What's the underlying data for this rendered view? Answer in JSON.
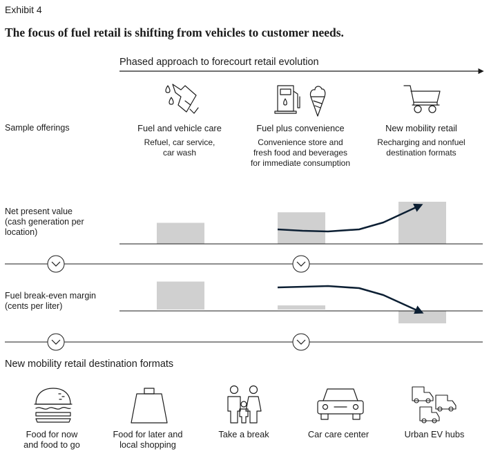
{
  "exhibit_label": "Exhibit 4",
  "title": "The focus of fuel retail is shifting from vehicles to customer needs.",
  "phase_axis_label": "Phased approach to forecourt retail evolution",
  "row_labels": {
    "sample_offerings": "Sample offerings",
    "npv_line1": "Net present value",
    "npv_line2": "(cash generation per",
    "npv_line3": "location)",
    "margin_line1": "Fuel break-even margin",
    "margin_line2": "(cents per liter)"
  },
  "phases": [
    {
      "name": "Fuel and vehicle care",
      "desc1": "Refuel, car service,",
      "desc2": "car wash",
      "desc3": "",
      "icon": "fuel-nozzle-icon"
    },
    {
      "name": "Fuel plus convenience",
      "desc1": "Convenience store and",
      "desc2": "fresh food and beverages",
      "desc3": "for immediate consumption",
      "icon": "fuel-pump-ice-cream-icon"
    },
    {
      "name": "New mobility retail",
      "desc1": "Recharging and nonfuel",
      "desc2": "destination formats",
      "desc3": "",
      "icon": "shopping-cart-icon"
    }
  ],
  "chart_data": [
    {
      "type": "bar",
      "categories": [
        "Fuel and vehicle care",
        "Fuel plus convenience",
        "New mobility retail"
      ],
      "values": [
        1.0,
        1.5,
        2.0
      ],
      "ylabel": "Net present value (cash generation per location)",
      "trend": "increasing",
      "axis_ticks": false
    },
    {
      "type": "bar",
      "categories": [
        "Fuel and vehicle care",
        "Fuel plus convenience",
        "New mobility retail"
      ],
      "values": [
        1.35,
        0.2,
        -0.6
      ],
      "ylabel": "Fuel break-even margin (cents per liter)",
      "trend": "decreasing",
      "axis_ticks": false
    }
  ],
  "formats_title": "New mobility retail destination formats",
  "formats": [
    {
      "line1": "Food for now",
      "line2": "and food to go",
      "icon": "burger-icon"
    },
    {
      "line1": "Food for later and",
      "line2": "local shopping",
      "icon": "shopping-bag-icon"
    },
    {
      "line1": "Take a break",
      "line2": "",
      "icon": "family-icon"
    },
    {
      "line1": "Car care center",
      "line2": "",
      "icon": "car-icon"
    },
    {
      "line1": "Urban EV hubs",
      "line2": "",
      "icon": "delivery-vans-icon"
    }
  ],
  "colors": {
    "bar": "#d0d0d0",
    "trend_line": "#0c1f33",
    "rule": "#1b1b1b",
    "text": "#1b1b1b"
  }
}
